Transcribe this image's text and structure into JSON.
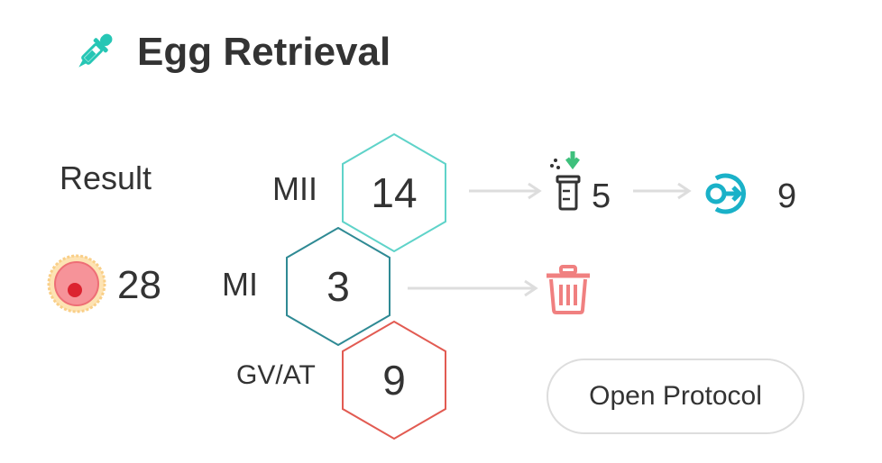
{
  "header": {
    "title": "Egg Retrieval",
    "icon": "dropper-icon",
    "icon_color": "#26c6b5"
  },
  "result": {
    "label": "Result",
    "total": "28",
    "icon": "egg-icon"
  },
  "stages": {
    "mii": {
      "label": "MII",
      "count": "14",
      "color": "#5fd3c9"
    },
    "mi": {
      "label": "MI",
      "count": "3",
      "color": "#2f8a94"
    },
    "gv": {
      "label": "GV/AT",
      "count": "9",
      "color": "#e25b52"
    }
  },
  "outcomes": {
    "frozen": {
      "count": "5",
      "icon": "vial-icon",
      "accent": "#3ec07c"
    },
    "used": {
      "count": "9",
      "icon": "thaw-icon",
      "accent": "#1ab1c8"
    },
    "discarded": {
      "icon": "trash-icon",
      "accent": "#f08080"
    }
  },
  "actions": {
    "open_protocol": "Open Protocol"
  }
}
